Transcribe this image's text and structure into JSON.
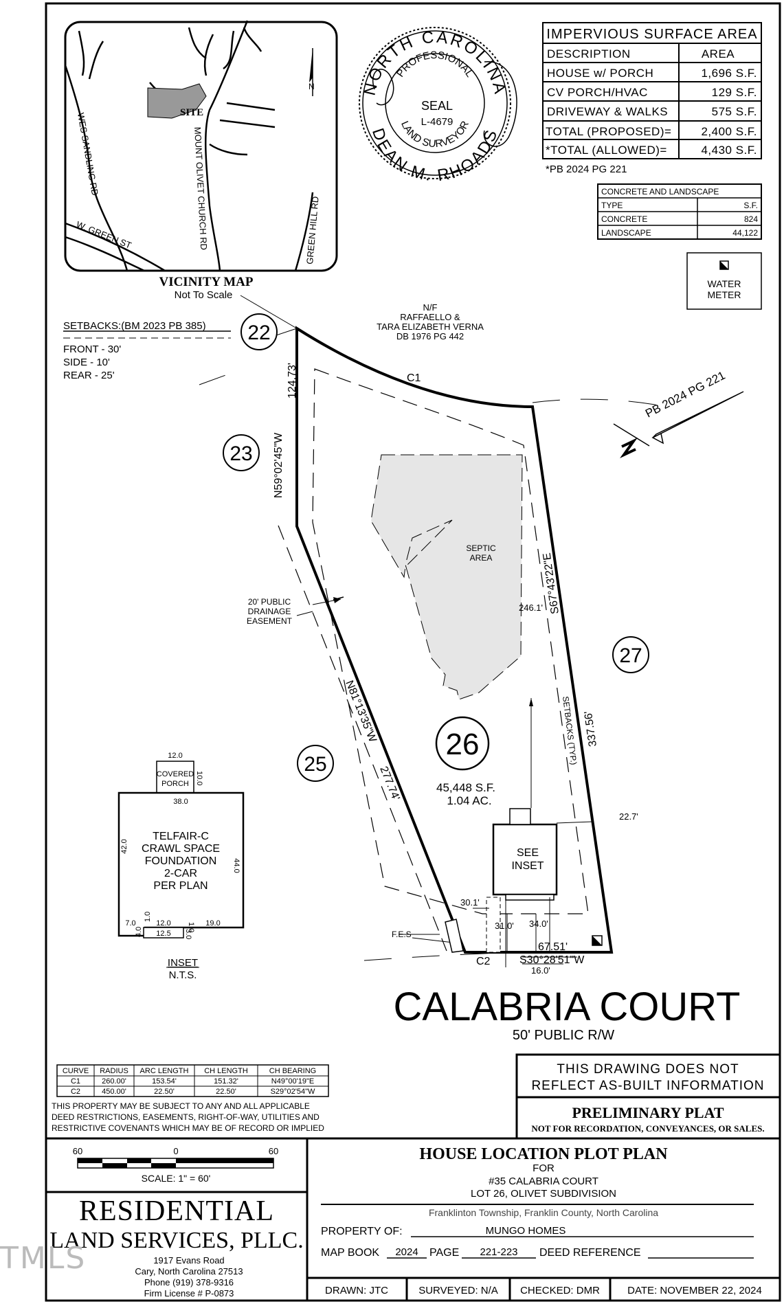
{
  "vicinity_map": {
    "title": "VICINITY MAP",
    "subtitle": "Not To Scale",
    "site_label": "SITE",
    "roads": [
      "WES SANDLING RD",
      "MOUNT OLIVET CHURCH RD",
      "W. GREEN ST",
      "GREEN HILL RD"
    ]
  },
  "seal": {
    "top_text": "NORTH CAROLINA",
    "professional": "PROFESSIONAL",
    "seal_word": "SEAL",
    "number": "L-4679",
    "land_surveyor": "LAND SURVEYOR",
    "name": "DEAN M. RHOADS"
  },
  "impervious_table": {
    "title": "IMPERVIOUS SURFACE AREA",
    "headers": [
      "DESCRIPTION",
      "AREA"
    ],
    "rows": [
      [
        "HOUSE w/ PORCH",
        "1,696 S.F."
      ],
      [
        "CV PORCH/HVAC",
        "129 S.F."
      ],
      [
        "DRIVEWAY & WALKS",
        "575 S.F."
      ],
      [
        "TOTAL (PROPOSED)=",
        "2,400 S.F."
      ],
      [
        "*TOTAL (ALLOWED)=",
        "4,430 S.F."
      ]
    ],
    "note": "*PB 2024 PG 221"
  },
  "concrete_table": {
    "title": "CONCRETE AND LANDSCAPE",
    "headers": [
      "TYPE",
      "S.F."
    ],
    "rows": [
      [
        "CONCRETE",
        "824"
      ],
      [
        "LANDSCAPE",
        "44,122"
      ]
    ]
  },
  "water_meter": "WATER\nMETER",
  "water_meter_lines": [
    "WATER",
    "METER"
  ],
  "setbacks": {
    "title": "SETBACKS:(BM 2023 PB 385)",
    "items": [
      "FRONT - 30'",
      "SIDE - 10'",
      "REAR - 25'"
    ]
  },
  "neighbor": {
    "nf": "N/F",
    "line1": "RAFFAELLO &",
    "line2": "TARA ELIZABETH VERNA",
    "line3": "DB 1976 PG 442"
  },
  "plat_ref": "PB 2024 PG 221",
  "lots": [
    "22",
    "23",
    "25",
    "26",
    "27"
  ],
  "lot26": {
    "area_sf": "45,448 S.F.",
    "area_ac": "1.04 AC."
  },
  "bearings": {
    "w1": "N59°02'45\"W",
    "w1_len": "124.73'",
    "w2": "N81°13'35\"W",
    "w2_len": "277.74'",
    "e": "S67°43'22\"E",
    "e_len": "337.56'",
    "s": "S30°28'51\"W",
    "s_len": "67.51'",
    "c1": "C1",
    "c2": "C2"
  },
  "labels": {
    "septic": [
      "SEPTIC",
      "AREA"
    ],
    "easement": [
      "20' PUBLIC",
      "DRAINAGE",
      "EASEMENT"
    ],
    "setbacks_typ": "SETBACKS (TYP.)",
    "see_inset": [
      "SEE",
      "INSET"
    ],
    "fes": "F.E.S",
    "dim_246": "246.1'",
    "dim_227": "22.7'",
    "dim_301": "30.1'",
    "dim_310": "31.0'",
    "dim_340": "34.0'",
    "dim_160": "16.0'"
  },
  "street": {
    "name": "CALABRIA COURT",
    "row": "50' PUBLIC R/W"
  },
  "inset": {
    "porch_w": "12.0",
    "porch_d": "10.0",
    "porch_label": [
      "COVERED",
      "PORCH"
    ],
    "top": "38.0",
    "left": "42.0",
    "right": "44.0",
    "house_lines": [
      "TELFAIR-C",
      "CRAWL SPACE",
      "FOUNDATION",
      "2-CAR",
      "PER PLAN"
    ],
    "b1": "7.0",
    "b2": "1.0",
    "b3": "12.0",
    "b4": "1.0",
    "b5": "19.0",
    "b6": "4.0",
    "b7": "12.5",
    "b8": "3.0",
    "title": "INSET",
    "subtitle": "N.T.S."
  },
  "curve_table": {
    "headers": [
      "CURVE",
      "RADIUS",
      "ARC LENGTH",
      "CH LENGTH",
      "CH BEARING"
    ],
    "rows": [
      [
        "C1",
        "260.00'",
        "153.54'",
        "151.32'",
        "N49°00'19\"E"
      ],
      [
        "C2",
        "450.00'",
        "22.50'",
        "22.50'",
        "S29°02'54\"W"
      ]
    ]
  },
  "disclaimer": [
    "THIS PROPERTY MAY BE SUBJECT TO ANY AND ALL APPLICABLE",
    "DEED RESTRICTIONS, EASEMENTS, RIGHT-OF-WAY, UTILITIES AND",
    "RESTRICTIVE COVENANTS WHICH MAY BE OF RECORD OR IMPLIED"
  ],
  "asbuilt": [
    "THIS DRAWING DOES NOT",
    "REFLECT AS-BUILT INFORMATION"
  ],
  "preliminary": {
    "title": "PRELIMINARY PLAT",
    "sub": "NOT FOR RECORDATION, CONVEYANCES, OR SALES."
  },
  "scale": {
    "left": "60",
    "mid": "0",
    "right": "60",
    "label": "SCALE: 1\" = 60'"
  },
  "company": {
    "name1": "RESIDENTIAL",
    "name2": "LAND SERVICES, PLLC.",
    "addr1": "1917 Evans Road",
    "addr2": "Cary, North Carolina 27513",
    "phone": "Phone (919) 378-9316",
    "license": "Firm License # P-0873"
  },
  "title_block": {
    "title": "HOUSE LOCATION PLOT PLAN",
    "for": "FOR",
    "address": "#35 CALABRIA COURT",
    "lot": "LOT 26, OLIVET SUBDIVISION",
    "township": "Franklinton Township, Franklin County, North Carolina",
    "property_label": "PROPERTY OF:",
    "property_value": "MUNGO HOMES",
    "mapbook_label": "MAP BOOK",
    "mapbook_value": "2024",
    "page_label": "PAGE",
    "page_value": "221-223",
    "deed_label": "DEED REFERENCE"
  },
  "footer": {
    "drawn": "DRAWN: JTC",
    "surveyed": "SURVEYED: N/A",
    "checked": "CHECKED: DMR",
    "date": "DATE: NOVEMBER 22, 2024"
  },
  "watermark": "TMLS"
}
